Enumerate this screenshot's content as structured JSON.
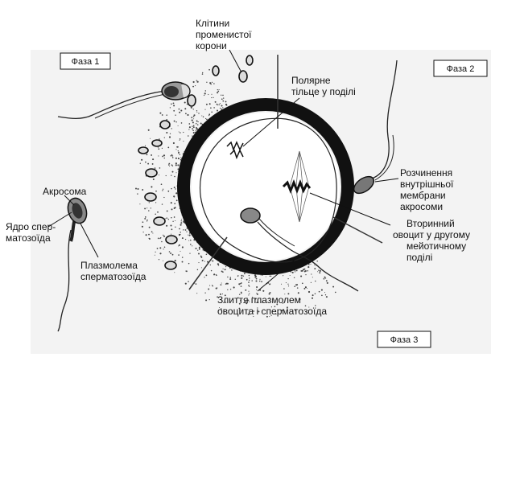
{
  "phases": {
    "phase1": "Фаза 1",
    "phase2": "Фаза 2",
    "phase3": "Фаза 3"
  },
  "labels": {
    "corona_line1": "Клітини",
    "corona_line2": "променистої",
    "corona_line3": "корони",
    "polar_line1": "Полярне",
    "polar_line2": "тільце у поділі",
    "acrosome": "Акросома",
    "nucleus_line1": "Ядро спер-",
    "nucleus_line2": "матозоїда",
    "plasmalemma_line1": "Плазмолема",
    "plasmalemma_line2": "сперматозоїда",
    "dissolution_line1": "Розчинення",
    "dissolution_line2": "внутрішньої",
    "dissolution_line3": "мембрани",
    "dissolution_line4": "акросоми",
    "oocyte_line1": "Вторинний",
    "oocyte_line2": "овоцит у другому",
    "oocyte_line3": "мейотичному",
    "oocyte_line4": "поділі",
    "fusion_line1": "Злиття плазмолем",
    "fusion_line2": "овоцита і сперматозоїда"
  }
}
